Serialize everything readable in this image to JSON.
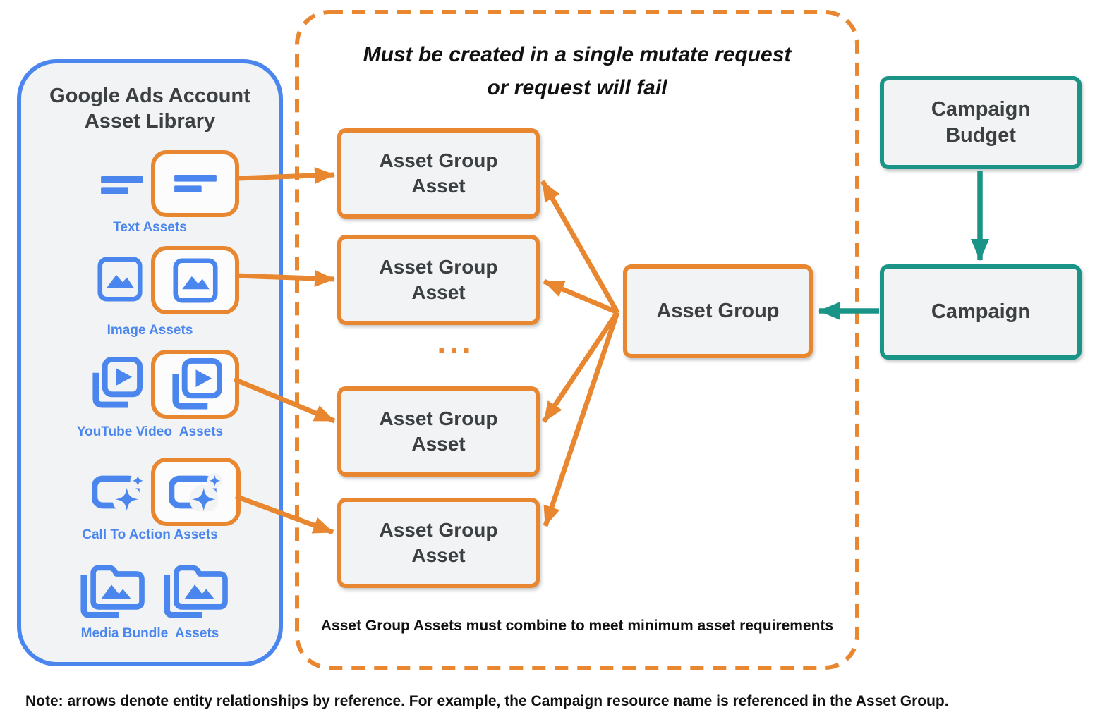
{
  "colors": {
    "blue": "#4B86EE",
    "orange": "#E8872F",
    "teal": "#1B9488",
    "panel_bg": "#F1F3F4",
    "text_dark": "#3C4043"
  },
  "library": {
    "title": "Google Ads Account\nAsset Library",
    "rows": [
      {
        "label": "Text Assets",
        "icon": "text-asset-icon"
      },
      {
        "label": "Image Assets",
        "icon": "image-asset-icon"
      },
      {
        "label": "YouTube Video  Assets",
        "icon": "youtube-video-asset-icon"
      },
      {
        "label": "Call To Action Assets",
        "icon": "call-to-action-asset-icon"
      },
      {
        "label": "Media Bundle  Assets",
        "icon": "media-bundle-asset-icon"
      }
    ]
  },
  "mutate_box": {
    "title": "Must be created in a single mutate request\nor request will fail",
    "asset_group_asset_label": "Asset Group\nAsset",
    "ellipsis": "...",
    "footnote": "Asset Group Assets must combine to meet minimum asset requirements"
  },
  "entities": {
    "asset_group": "Asset Group",
    "campaign_budget": "Campaign\nBudget",
    "campaign": "Campaign"
  },
  "note": "Note: arrows denote entity relationships by reference. For example, the Campaign resource name is referenced in the Asset Group."
}
